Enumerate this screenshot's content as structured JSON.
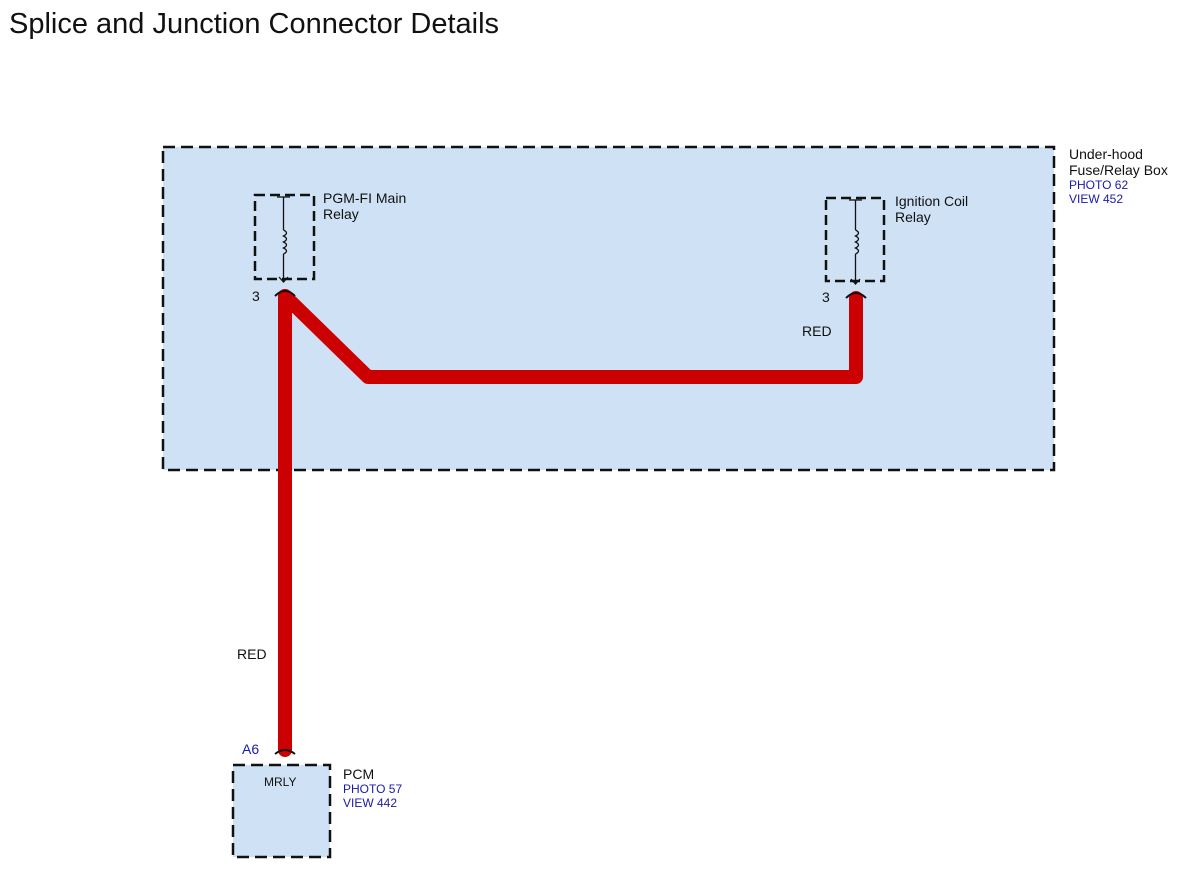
{
  "page": {
    "title": "Splice and Junction Connector Details"
  },
  "colors": {
    "wire": "#cc0000",
    "box_fill": "#cfe2f5",
    "link_text": "#1a1aa8",
    "text": "#111111"
  },
  "fuse_box": {
    "name_line1": "Under-hood",
    "name_line2": "Fuse/Relay Box",
    "photo": "PHOTO 62",
    "view": "VIEW 452"
  },
  "relay_main": {
    "name_line1": "PGM-FI Main",
    "name_line2": "Relay",
    "pin": "3",
    "icon": "relay-coil-icon"
  },
  "relay_ignition": {
    "name_line1": "Ignition Coil",
    "name_line2": "Relay",
    "pin": "3",
    "icon": "relay-coil-icon"
  },
  "wire_ignition": {
    "color_label": "RED"
  },
  "wire_pcm": {
    "color_label": "RED"
  },
  "pcm": {
    "name": "PCM",
    "terminal": "MRLY",
    "pin": "A6",
    "photo": "PHOTO 57",
    "view": "VIEW 442"
  }
}
